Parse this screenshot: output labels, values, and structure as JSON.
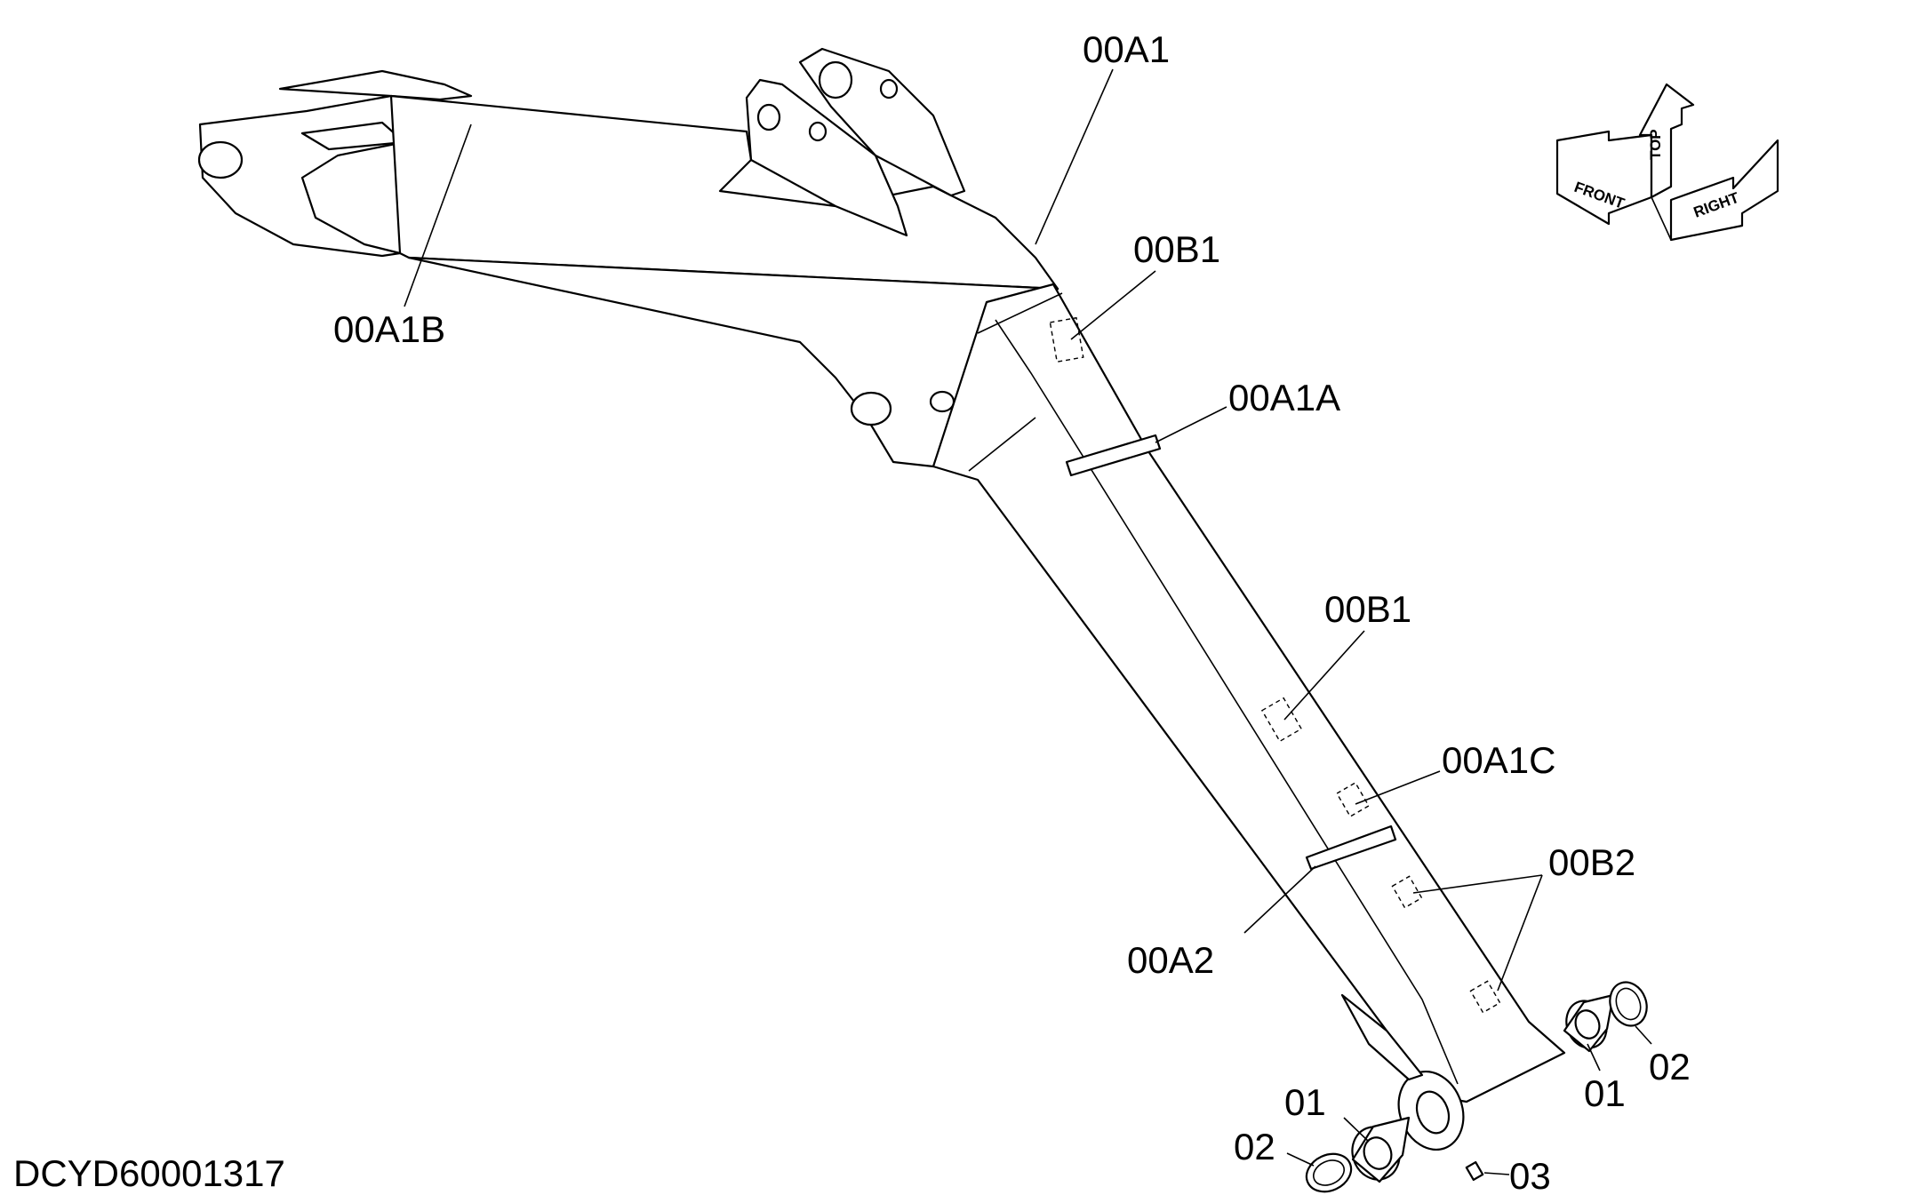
{
  "diagram": {
    "drawing_id": "DCYD60001317",
    "callouts": {
      "a1": "00A1",
      "a1b": "00A1B",
      "b1_upper": "00B1",
      "a1a": "00A1A",
      "b1_lower": "00B1",
      "a1c": "00A1C",
      "b2": "00B2",
      "a2": "00A2",
      "p01_left": "01",
      "p02_left": "02",
      "p03": "03",
      "p01_right": "01",
      "p02_right": "02"
    },
    "orientation": {
      "front": "FRONT",
      "top": "TOP",
      "right": "RIGHT"
    }
  }
}
